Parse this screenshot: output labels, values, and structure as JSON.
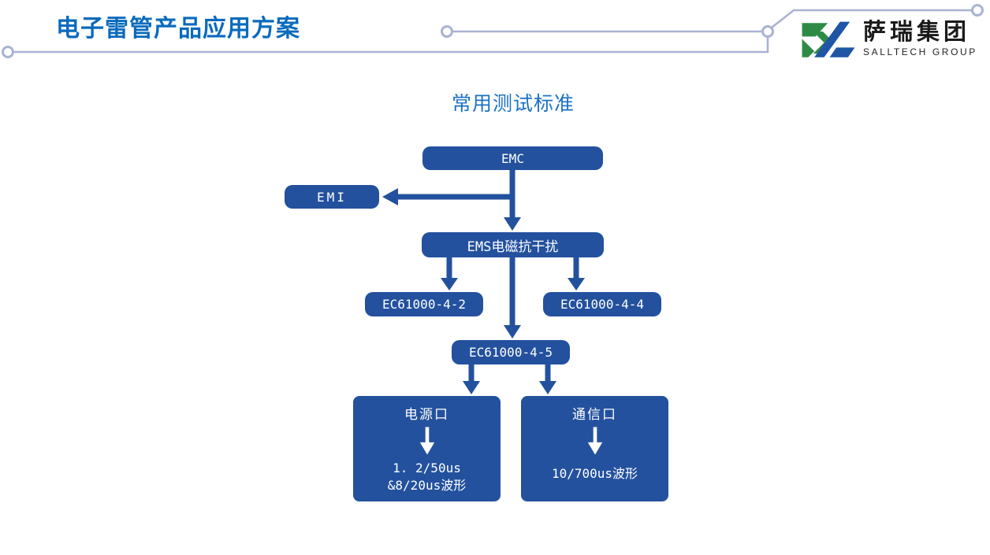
{
  "slide": {
    "title": "电子雷管产品应用方案",
    "logo": {
      "name_cn": "萨瑞集团",
      "name_en": "SALLTECH GROUP"
    },
    "heading": "常用测试标准"
  },
  "flowchart": {
    "emc": "EMC",
    "emi": "EMI",
    "ems": "EMS电磁抗干扰",
    "ec61000_4_2": "EC61000-4-2",
    "ec61000_4_4": "EC61000-4-4",
    "ec61000_4_5": "EC61000-4-5",
    "power_port": {
      "title": "电源口",
      "wave_line1": "1. 2/50us",
      "wave_line2": "&8/20us波形"
    },
    "comm_port": {
      "title": "通信口",
      "wave": "10/700us波形"
    }
  },
  "colors": {
    "node_blue": "#23519e",
    "title_blue": "#0a6abd",
    "heading_blue": "#1c72c4",
    "decor_line": "#a9b3d2",
    "logo_green": "#2e8b45",
    "logo_blue": "#1f55a5",
    "node_text": "#ffffff"
  }
}
